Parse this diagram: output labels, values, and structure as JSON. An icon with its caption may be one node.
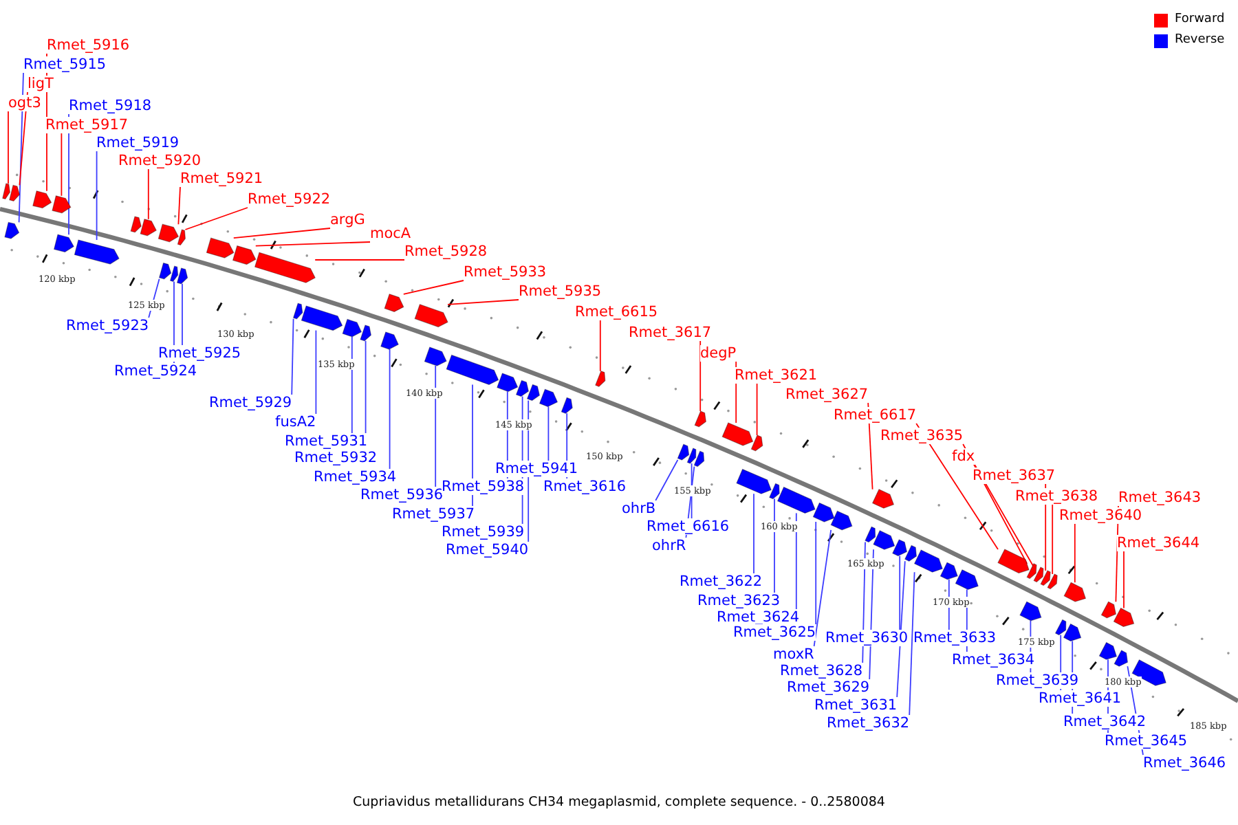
{
  "diagram": {
    "caption": "Cupriavidus metallidurans CH34 megaplasmid, complete sequence. - 0..2580084",
    "nodes": [
      {
        "text": [
          "Rmet_5916"
        ]
      },
      {
        "text": [
          "Rmet_5915"
        ]
      },
      {
        "text": [
          "ligT"
        ]
      },
      {
        "text": [
          "ogt3"
        ]
      },
      {
        "text": [
          "Rmet_5918"
        ]
      },
      {
        "text": [
          "Rmet_5917"
        ]
      },
      {
        "text": [
          "Rmet_5919"
        ]
      },
      {
        "text": [
          "Rmet_5920"
        ]
      },
      {
        "text": [
          "Rmet_5921"
        ]
      },
      {
        "text": [
          "Rmet_5922"
        ]
      },
      {
        "text": [
          "argG"
        ]
      },
      {
        "text": [
          "mocA"
        ]
      },
      {
        "text": [
          "Rmet_5928"
        ]
      },
      {
        "text": [
          "Rmet_5933"
        ]
      },
      {
        "text": [
          "Rmet_5935"
        ]
      },
      {
        "text": [
          "Rmet_6615"
        ]
      },
      {
        "text": [
          "Rmet_3617"
        ]
      },
      {
        "text": [
          "degP"
        ]
      },
      {
        "text": [
          "Rmet_3621"
        ]
      },
      {
        "text": [
          "Rmet_3627"
        ]
      },
      {
        "text": [
          "Rmet_6617"
        ]
      },
      {
        "text": [
          "Rmet_3635"
        ]
      },
      {
        "text": [
          "fdx"
        ]
      },
      {
        "text": [
          "Rmet_3637"
        ]
      },
      {
        "text": [
          "Rmet_3638"
        ]
      },
      {
        "text": [
          "Rmet_3643"
        ]
      },
      {
        "text": [
          "Rmet_3640"
        ]
      },
      {
        "text": [
          "Rmet_3644"
        ]
      },
      {
        "text": [
          "Rmet_5923"
        ]
      },
      {
        "text": [
          "Rmet_5925"
        ]
      },
      {
        "text": [
          "Rmet_5924"
        ]
      },
      {
        "text": [
          "Rmet_5929"
        ]
      },
      {
        "text": [
          "fusA2"
        ]
      },
      {
        "text": [
          "Rmet_5931"
        ]
      },
      {
        "text": [
          "Rmet_5932"
        ]
      },
      {
        "text": [
          "Rmet_5934"
        ]
      },
      {
        "text": [
          "Rmet_5936"
        ]
      },
      {
        "text": [
          "Rmet_5937"
        ]
      },
      {
        "text": [
          "Rmet_5938"
        ]
      },
      {
        "text": [
          "Rmet_5939"
        ]
      },
      {
        "text": [
          "Rmet_5940"
        ]
      },
      {
        "text": [
          "Rmet_5941"
        ]
      },
      {
        "text": [
          "Rmet_3616"
        ]
      },
      {
        "text": [
          "ohrB"
        ]
      },
      {
        "text": [
          "Rmet_6616"
        ]
      },
      {
        "text": [
          "ohrR"
        ]
      },
      {
        "text": [
          "Rmet_3622"
        ]
      },
      {
        "text": [
          "Rmet_3623"
        ]
      },
      {
        "text": [
          "Rmet_3624"
        ]
      },
      {
        "text": [
          "Rmet_3625"
        ]
      },
      {
        "text": [
          "moxR"
        ]
      },
      {
        "text": [
          "Rmet_3630"
        ]
      },
      {
        "text": [
          "Rmet_3628"
        ]
      },
      {
        "text": [
          "Rmet_3629"
        ]
      },
      {
        "text": [
          "Rmet_3631"
        ]
      },
      {
        "text": [
          "Rmet_3632"
        ]
      },
      {
        "text": [
          "Rmet_3633"
        ]
      },
      {
        "text": [
          "Rmet_3634"
        ]
      },
      {
        "text": [
          "Rmet_3639"
        ]
      },
      {
        "text": [
          "Rmet_3641"
        ]
      },
      {
        "text": [
          "Rmet_3642"
        ]
      },
      {
        "text": [
          "Rmet_3645"
        ]
      },
      {
        "text": [
          "Rmet_3646"
        ]
      },
      {
        "text": [],
        "shape": "arrow"
      },
      {
        "text": [],
        "shape": "arrow"
      },
      {
        "text": [],
        "shape": "arrow"
      },
      {
        "text": [],
        "shape": "arrow"
      },
      {
        "text": [],
        "shape": "arrow"
      },
      {
        "text": [],
        "shape": "arrow"
      },
      {
        "text": [],
        "shape": "arrow"
      },
      {
        "text": [],
        "shape": "arrow"
      },
      {
        "text": [],
        "shape": "arrow"
      },
      {
        "text": [],
        "shape": "arrow"
      },
      {
        "text": [],
        "shape": "arrow"
      },
      {
        "text": [],
        "shape": "arrow"
      },
      {
        "text": [],
        "shape": "arrow"
      },
      {
        "text": [],
        "shape": "arrow"
      },
      {
        "text": [],
        "shape": "arrow"
      },
      {
        "text": [],
        "shape": "arrow"
      },
      {
        "text": [],
        "shape": "arrow"
      },
      {
        "text": [],
        "shape": "arrow"
      },
      {
        "text": [],
        "shape": "arrow"
      },
      {
        "text": [],
        "shape": "arrow"
      },
      {
        "text": [],
        "shape": "arrow"
      },
      {
        "text": [],
        "shape": "arrow"
      },
      {
        "text": [],
        "shape": "arrow"
      },
      {
        "text": [],
        "shape": "arrow"
      },
      {
        "text": [],
        "shape": "arrow"
      },
      {
        "text": [],
        "shape": "arrow"
      },
      {
        "text": [],
        "shape": "arrow"
      },
      {
        "text": [],
        "shape": "arrow"
      },
      {
        "text": [],
        "shape": "arrow"
      },
      {
        "text": [],
        "shape": "arrow"
      },
      {
        "text": [],
        "shape": "arrow"
      },
      {
        "text": [],
        "shape": "arrow"
      },
      {
        "text": [],
        "shape": "arrow"
      },
      {
        "text": [],
        "shape": "arrow"
      },
      {
        "text": [],
        "shape": "arrow"
      },
      {
        "text": [],
        "shape": "arrow"
      },
      {
        "text": [],
        "shape": "arrow"
      },
      {
        "text": [],
        "shape": "arrow"
      },
      {
        "text": [],
        "shape": "arrow"
      },
      {
        "text": [],
        "shape": "arrow"
      },
      {
        "text": [],
        "shape": "arrow"
      },
      {
        "text": [],
        "shape": "arrow"
      },
      {
        "text": [],
        "shape": "arrow"
      },
      {
        "text": [],
        "shape": "arrow"
      },
      {
        "text": [],
        "shape": "arrow"
      },
      {
        "text": [],
        "shape": "arrow"
      },
      {
        "text": [],
        "shape": "arrow"
      },
      {
        "text": [],
        "shape": "arrow"
      },
      {
        "text": [],
        "shape": "arrow"
      },
      {
        "text": [],
        "shape": "arrow"
      },
      {
        "text": [],
        "shape": "arrow"
      },
      {
        "text": [],
        "shape": "arrow"
      },
      {
        "text": [],
        "shape": "arrow"
      },
      {
        "text": [],
        "shape": "arrow"
      },
      {
        "text": [],
        "shape": "arrow"
      },
      {
        "text": [],
        "shape": "arrow"
      },
      {
        "text": [],
        "shape": "arrow"
      },
      {
        "text": [],
        "shape": "arrow"
      },
      {
        "text": [],
        "shape": "arrow"
      },
      {
        "text": [],
        "shape": "arrow"
      },
      {
        "text": [],
        "shape": "arrow"
      },
      {
        "text": [],
        "shape": "arrow"
      },
      {
        "text": [],
        "shape": "arrow"
      },
      {
        "text": [],
        "shape": "arrow"
      },
      {
        "text": [],
        "shape": "arrow"
      }
    ],
    "edges": [
      {
        "from": 0,
        "to": 66,
        "arrow": "none",
        "color": "#ff0000"
      },
      {
        "from": 1,
        "to": 65,
        "arrow": "none"
      },
      {
        "from": 2,
        "to": 64,
        "arrow": "none",
        "color": "#ff0000"
      },
      {
        "from": 3,
        "to": 63,
        "arrow": "none",
        "color": "#ff0000"
      },
      {
        "from": 4,
        "to": 68,
        "arrow": "none"
      },
      {
        "from": 5,
        "to": 67,
        "arrow": "none",
        "color": "#ff0000"
      },
      {
        "from": 6,
        "to": 69,
        "arrow": "none"
      },
      {
        "from": 7,
        "to": 71,
        "arrow": "none",
        "color": "#ff0000"
      },
      {
        "from": 8,
        "to": 72,
        "arrow": "none",
        "color": "#ff0000"
      },
      {
        "from": 9,
        "to": 74,
        "arrow": "none",
        "color": "#ff0000"
      },
      {
        "from": 10,
        "to": 77,
        "arrow": "none",
        "color": "#ff0000"
      },
      {
        "from": 11,
        "to": 78,
        "arrow": "none",
        "color": "#ff0000"
      },
      {
        "from": 12,
        "to": 79,
        "arrow": "none",
        "color": "#ff0000"
      },
      {
        "from": 13,
        "to": 84,
        "arrow": "none",
        "color": "#ff0000"
      },
      {
        "from": 14,
        "to": 86,
        "arrow": "none",
        "color": "#ff0000"
      },
      {
        "from": 15,
        "to": 94,
        "arrow": "none",
        "color": "#ff0000"
      },
      {
        "from": 16,
        "to": 96,
        "arrow": "none",
        "color": "#ff0000"
      },
      {
        "from": 17,
        "to": 99,
        "arrow": "none",
        "color": "#ff0000"
      },
      {
        "from": 18,
        "to": 100,
        "arrow": "none",
        "color": "#ff0000"
      },
      {
        "from": 19,
        "to": 106,
        "arrow": "none",
        "color": "#ff0000"
      },
      {
        "from": 20,
        "to": 114,
        "arrow": "none",
        "color": "#ff0000"
      },
      {
        "from": 21,
        "to": 115,
        "arrow": "none",
        "color": "#ff0000"
      },
      {
        "from": 22,
        "to": 116,
        "arrow": "none",
        "color": "#ff0000"
      },
      {
        "from": 23,
        "to": 118,
        "arrow": "none",
        "color": "#ff0000"
      },
      {
        "from": 24,
        "to": 119,
        "arrow": "none",
        "color": "#ff0000"
      },
      {
        "from": 25,
        "to": 123,
        "arrow": "none",
        "color": "#ff0000"
      },
      {
        "from": 26,
        "to": 120,
        "arrow": "none",
        "color": "#ff0000"
      },
      {
        "from": 27,
        "to": 124,
        "arrow": "none",
        "color": "#ff0000"
      },
      {
        "from": 28,
        "to": 73,
        "arrow": "none"
      },
      {
        "from": 29,
        "to": 76,
        "arrow": "none"
      },
      {
        "from": 30,
        "to": 75,
        "arrow": "none"
      },
      {
        "from": 31,
        "to": 80,
        "arrow": "none"
      },
      {
        "from": 32,
        "to": 81,
        "arrow": "none"
      },
      {
        "from": 33,
        "to": 82,
        "arrow": "none"
      },
      {
        "from": 34,
        "to": 83,
        "arrow": "none"
      },
      {
        "from": 35,
        "to": 85,
        "arrow": "none"
      },
      {
        "from": 36,
        "to": 87,
        "arrow": "none"
      },
      {
        "from": 37,
        "to": 88,
        "arrow": "none"
      },
      {
        "from": 38,
        "to": 89,
        "arrow": "none"
      },
      {
        "from": 39,
        "to": 90,
        "arrow": "none"
      },
      {
        "from": 40,
        "to": 91,
        "arrow": "none"
      },
      {
        "from": 41,
        "to": 92,
        "arrow": "none"
      },
      {
        "from": 42,
        "to": 93,
        "arrow": "none"
      },
      {
        "from": 43,
        "to": 95,
        "arrow": "none"
      },
      {
        "from": 44,
        "to": 97,
        "arrow": "none"
      },
      {
        "from": 45,
        "to": 98,
        "arrow": "none"
      },
      {
        "from": 46,
        "to": 101,
        "arrow": "none"
      },
      {
        "from": 47,
        "to": 102,
        "arrow": "none"
      },
      {
        "from": 48,
        "to": 103,
        "arrow": "none"
      },
      {
        "from": 49,
        "to": 104,
        "arrow": "none"
      },
      {
        "from": 50,
        "to": 105,
        "arrow": "none"
      },
      {
        "from": 51,
        "to": 109,
        "arrow": "none"
      },
      {
        "from": 52,
        "to": 107,
        "arrow": "none"
      },
      {
        "from": 53,
        "to": 108,
        "arrow": "none"
      },
      {
        "from": 54,
        "to": 110,
        "arrow": "none"
      },
      {
        "from": 55,
        "to": 111,
        "arrow": "none"
      },
      {
        "from": 56,
        "to": 112,
        "arrow": "none"
      },
      {
        "from": 57,
        "to": 113,
        "arrow": "none"
      },
      {
        "from": 58,
        "to": 117,
        "arrow": "none"
      },
      {
        "from": 59,
        "to": 121,
        "arrow": "none"
      },
      {
        "from": 60,
        "to": 122,
        "arrow": "none"
      },
      {
        "from": 61,
        "to": 125,
        "arrow": "none"
      },
      {
        "from": 62,
        "to": 126,
        "arrow": "none"
      }
    ],
    "labels": [
      "120 kbp",
      "125 kbp",
      "130 kbp",
      "135 kbp",
      "140 kbp",
      "145 kbp",
      "150 kbp",
      "155 kbp",
      "160 kbp",
      "165 kbp",
      "170 kbp",
      "175 kbp",
      "180 kbp",
      "185 kbp"
    ],
    "legend": [
      {
        "text": "Forward",
        "color": "#ff0000"
      },
      {
        "text": "Reverse",
        "color": "#0000ff"
      }
    ]
  }
}
